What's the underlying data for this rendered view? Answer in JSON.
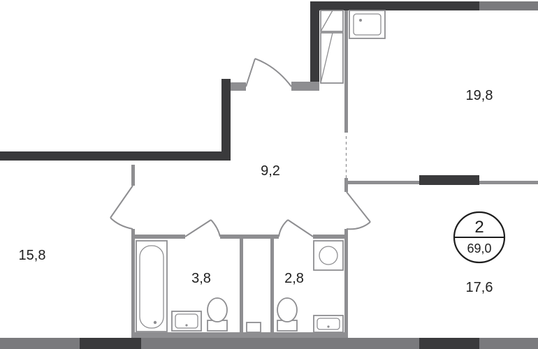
{
  "rooms": [
    {
      "id": "room-top-right",
      "area": "19,8"
    },
    {
      "id": "hallway",
      "area": "9,2"
    },
    {
      "id": "room-left",
      "area": "15,8"
    },
    {
      "id": "bathroom",
      "area": "3,8"
    },
    {
      "id": "toilet",
      "area": "2,8"
    },
    {
      "id": "room-bottom-right",
      "area": "17,6"
    }
  ],
  "apartment": {
    "rooms_count": "2",
    "total_area": "69,0"
  },
  "colors": {
    "exterior_wall": "#3a3a3c",
    "partition": "#8e8e91",
    "text": "#1e1e1e"
  }
}
